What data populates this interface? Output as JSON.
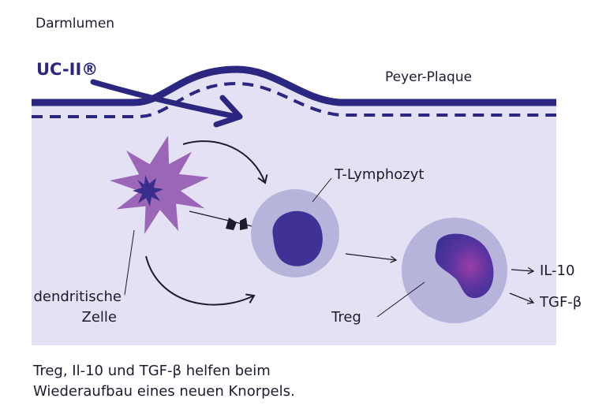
{
  "labels": {
    "lumen": "Darmlumen",
    "uc2": "UC-II®",
    "peyer": "Peyer-Plaque",
    "tlymph": "T-Lymphozyt",
    "dendritic_line1": "dendritische",
    "dendritic_line2": "Zelle",
    "treg": "Treg",
    "il10": "IL-10",
    "tgfb": "TGF-β"
  },
  "caption": {
    "line1": "Treg, Il-10 und TGF-β helfen beim",
    "line2": "Wiederaufbau eines neuen Knorpels."
  },
  "colors": {
    "tissue": "#e3e1f3",
    "membrane": "#2b2680",
    "dendritic_outer": "#9b66b8",
    "dendritic_inner": "#3a2e8c",
    "cell_halo": "#b7b4dc",
    "nucleus": "#3f3196",
    "nucleus_glow": "#8a3fa8",
    "arrow": "#1e1b2e"
  }
}
